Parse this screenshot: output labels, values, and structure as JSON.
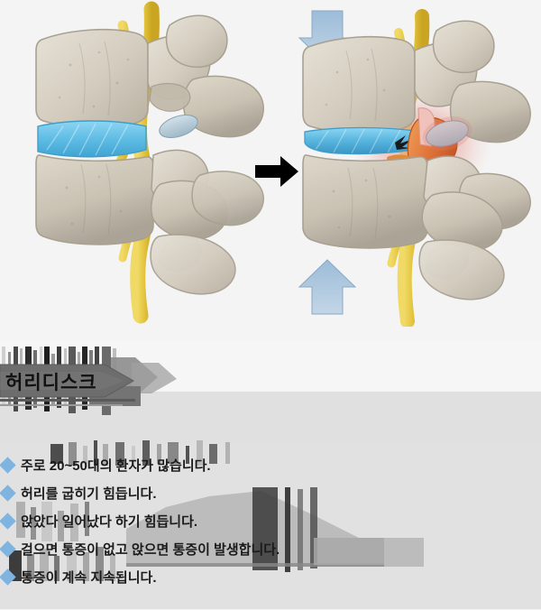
{
  "page": {
    "background_color": "#f4f4f4",
    "band_color": "#e0e0e0"
  },
  "illustration": {
    "left_panel": {
      "name": "healthy-lumbar-spine",
      "description": "정상 요추 단면 - 정상 추간판"
    },
    "transition_arrow": {
      "name": "right-arrow",
      "glyph": "➡",
      "color": "#000000"
    },
    "right_panel": {
      "name": "herniated-lumbar-disc",
      "description": "디스크 탈출 - 신경 압박",
      "load_arrow_color": "#8fb4d6"
    },
    "colors": {
      "bone": "#d8d2c6",
      "disc": "#6fc2e8",
      "nerve": "#e8c84a",
      "herniation": "#e07a3a",
      "inflammation": "#e8a9a0"
    }
  },
  "heading": {
    "title": "허리디스크",
    "banner_color": "#6d6d6d",
    "text_color": "#111111"
  },
  "symptoms": {
    "bullet_color": "#7fb4e0",
    "items": [
      {
        "text": "주로 20~50대의 환자가 많습니다."
      },
      {
        "text": "허리를 굽히기 힘듭니다."
      },
      {
        "text": "앉았다 일어났다 하기 힘듭니다."
      },
      {
        "text": "걸으면 통증이 없고 앉으면 통증이 발생합니다."
      },
      {
        "text": "통증이 계속 지속됩니다."
      }
    ]
  }
}
